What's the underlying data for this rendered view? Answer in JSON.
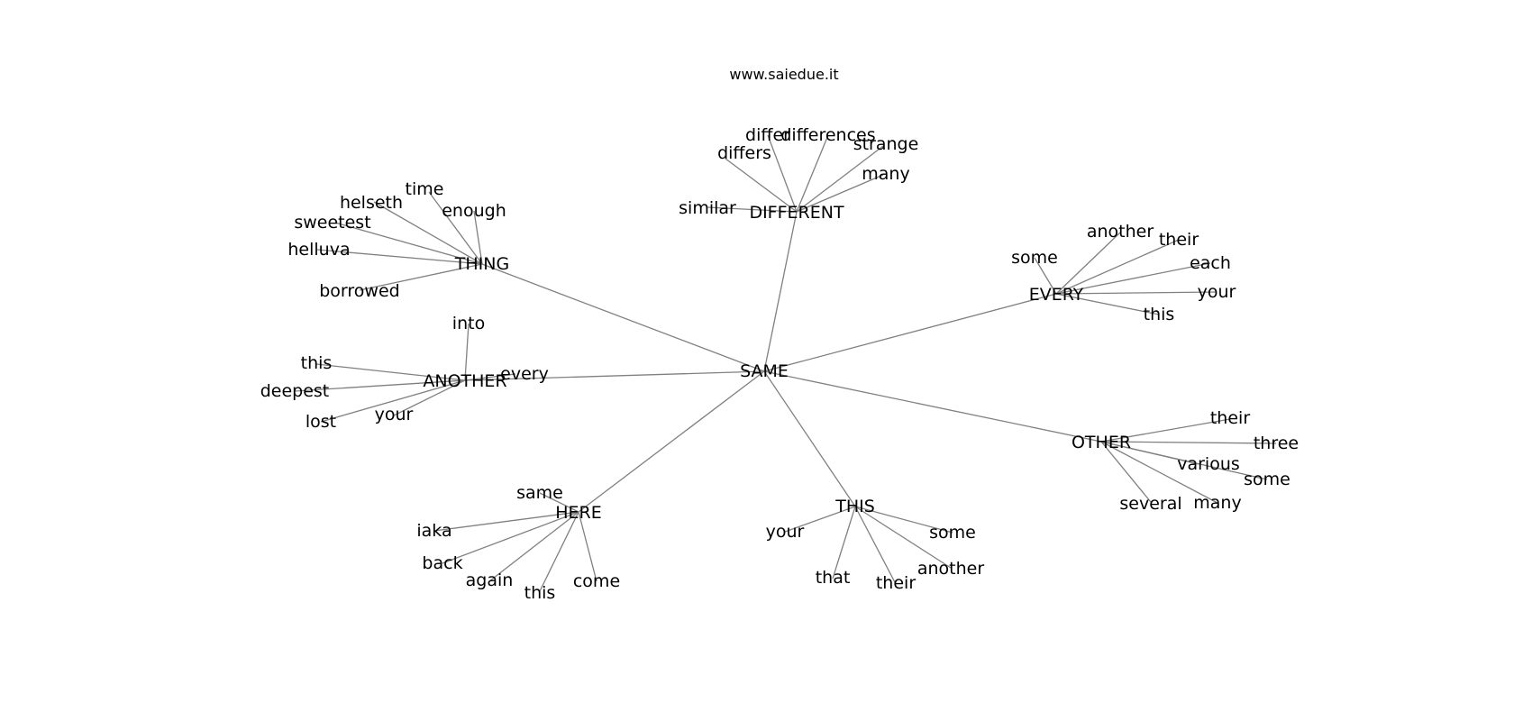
{
  "title": "www.saiedue.it",
  "center": "SAME",
  "hubs": [
    {
      "label": "DIFFERENT",
      "leaves": [
        "differ",
        "differences",
        "differs",
        "strange",
        "many",
        "similar"
      ]
    },
    {
      "label": "THING",
      "leaves": [
        "time",
        "helseth",
        "enough",
        "sweetest",
        "helluva",
        "borrowed"
      ]
    },
    {
      "label": "EVERY",
      "leaves": [
        "another",
        "their",
        "some",
        "each",
        "your",
        "this"
      ]
    },
    {
      "label": "ANOTHER",
      "leaves": [
        "into",
        "this",
        "every",
        "deepest",
        "your",
        "lost"
      ]
    },
    {
      "label": "OTHER",
      "leaves": [
        "their",
        "three",
        "various",
        "some",
        "several",
        "many"
      ]
    },
    {
      "label": "HERE",
      "leaves": [
        "same",
        "iaka",
        "back",
        "again",
        "this",
        "come"
      ]
    },
    {
      "label": "THIS",
      "leaves": [
        "your",
        "some",
        "another",
        "that",
        "their"
      ]
    }
  ]
}
